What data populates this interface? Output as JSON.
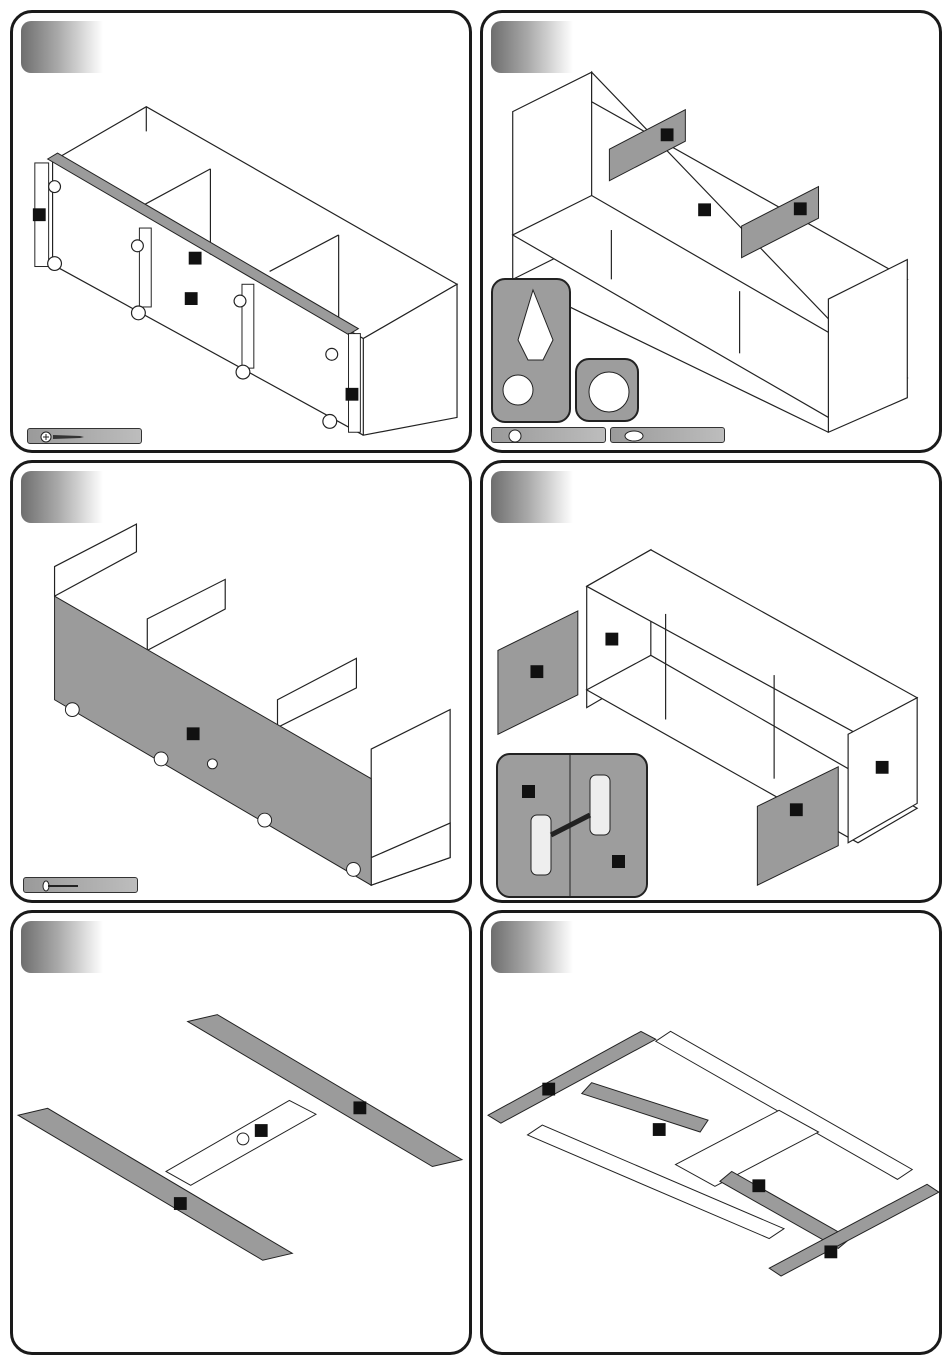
{
  "document": {
    "type": "furniture assembly instructions sheet",
    "panel_count": 6,
    "colors": {
      "outline": "#1a1a1a",
      "panel_gray": "#9b9b9b",
      "label_black": "#111111",
      "step_tab_dark": "#6e6e6e"
    }
  },
  "panels": [
    {
      "id": "a",
      "icons": [
        "screw-icon"
      ]
    },
    {
      "id": "b",
      "icons": [
        "cam-lock-icon",
        "cap-icon"
      ]
    },
    {
      "id": "c",
      "icons": [
        "nail-icon"
      ]
    },
    {
      "id": "d",
      "icons": [
        "hinge-icon"
      ]
    },
    {
      "id": "e",
      "icons": []
    },
    {
      "id": "f",
      "icons": []
    }
  ]
}
